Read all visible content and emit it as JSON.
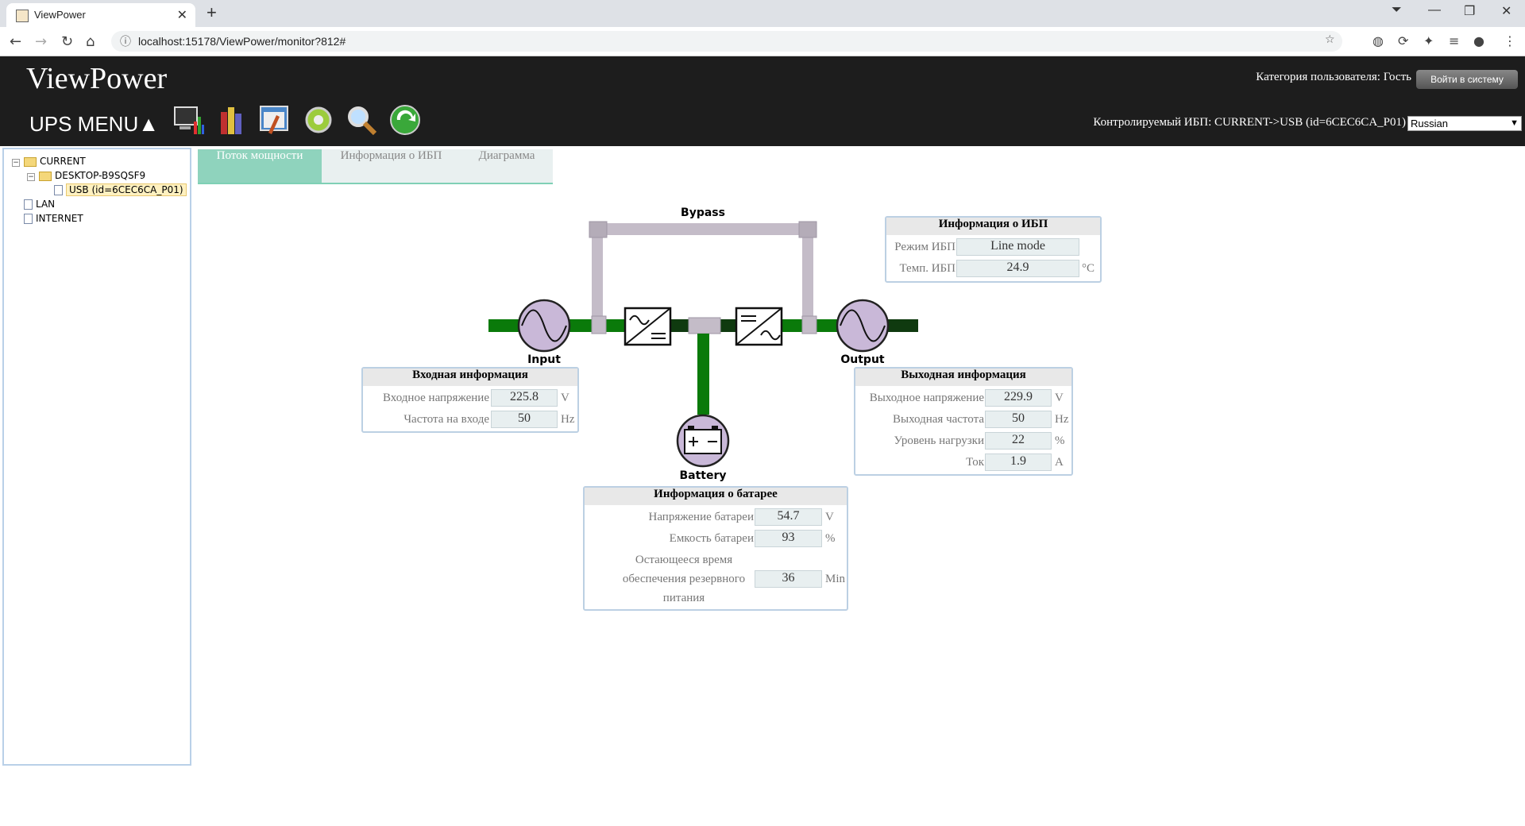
{
  "browser": {
    "tab_title": "ViewPower",
    "url": "localhost:15178/ViewPower/monitor?812#"
  },
  "header": {
    "logo": "ViewPower",
    "ups_menu": "UPS MENU▲",
    "user_category": "Категория пользователя: Гость",
    "login_button": "Войти в систему",
    "monitored_ups": "Контролируемый ИБП: CURRENT->USB (id=6CEC6CA_P01)",
    "language": "Russian"
  },
  "tree": {
    "current": "CURRENT",
    "desktop": "DESKTOP-B9SQSF9",
    "usb": "USB (id=6CEC6CA_P01)",
    "lan": "LAN",
    "internet": "INTERNET"
  },
  "tabs": [
    {
      "label": "Поток мощности"
    },
    {
      "label": "Информация о ИБП"
    },
    {
      "label": "Диаграмма"
    }
  ],
  "diagram": {
    "bypass": "Bypass",
    "input": "Input",
    "output": "Output",
    "battery": "Battery",
    "colors": {
      "line": "#0a7a0a",
      "dark": "#0f3a0f",
      "bypass": "#c4bcc8",
      "circle": "#c9b8d8"
    }
  },
  "ups_info": {
    "title": "Информация о ИБП",
    "mode_label": "Режим ИБП",
    "mode_value": "Line mode",
    "temp_label": "Темп. ИБП",
    "temp_value": "24.9",
    "temp_unit": "°C"
  },
  "input_info": {
    "title": "Входная информация",
    "voltage_label": "Входное напряжение",
    "voltage_value": "225.8",
    "voltage_unit": "V",
    "freq_label": "Частота на входе",
    "freq_value": "50",
    "freq_unit": "Hz"
  },
  "output_info": {
    "title": "Выходная информация",
    "voltage_label": "Выходное напряжение",
    "voltage_value": "229.9",
    "voltage_unit": "V",
    "freq_label": "Выходная частота",
    "freq_value": "50",
    "freq_unit": "Hz",
    "load_label": "Уровень нагрузки",
    "load_value": "22",
    "load_unit": "%",
    "current_label": "Ток",
    "current_value": "1.9",
    "current_unit": "A"
  },
  "battery_info": {
    "title": "Информация о батарее",
    "voltage_label": "Напряжение батареи",
    "voltage_value": "54.7",
    "voltage_unit": "V",
    "capacity_label": "Емкость батареи",
    "capacity_value": "93",
    "capacity_unit": "%",
    "remain_label_1": "Остающееся время",
    "remain_label_2": "обеспечения резервного",
    "remain_label_3": "питания",
    "remain_value": "36",
    "remain_unit": "Min"
  }
}
